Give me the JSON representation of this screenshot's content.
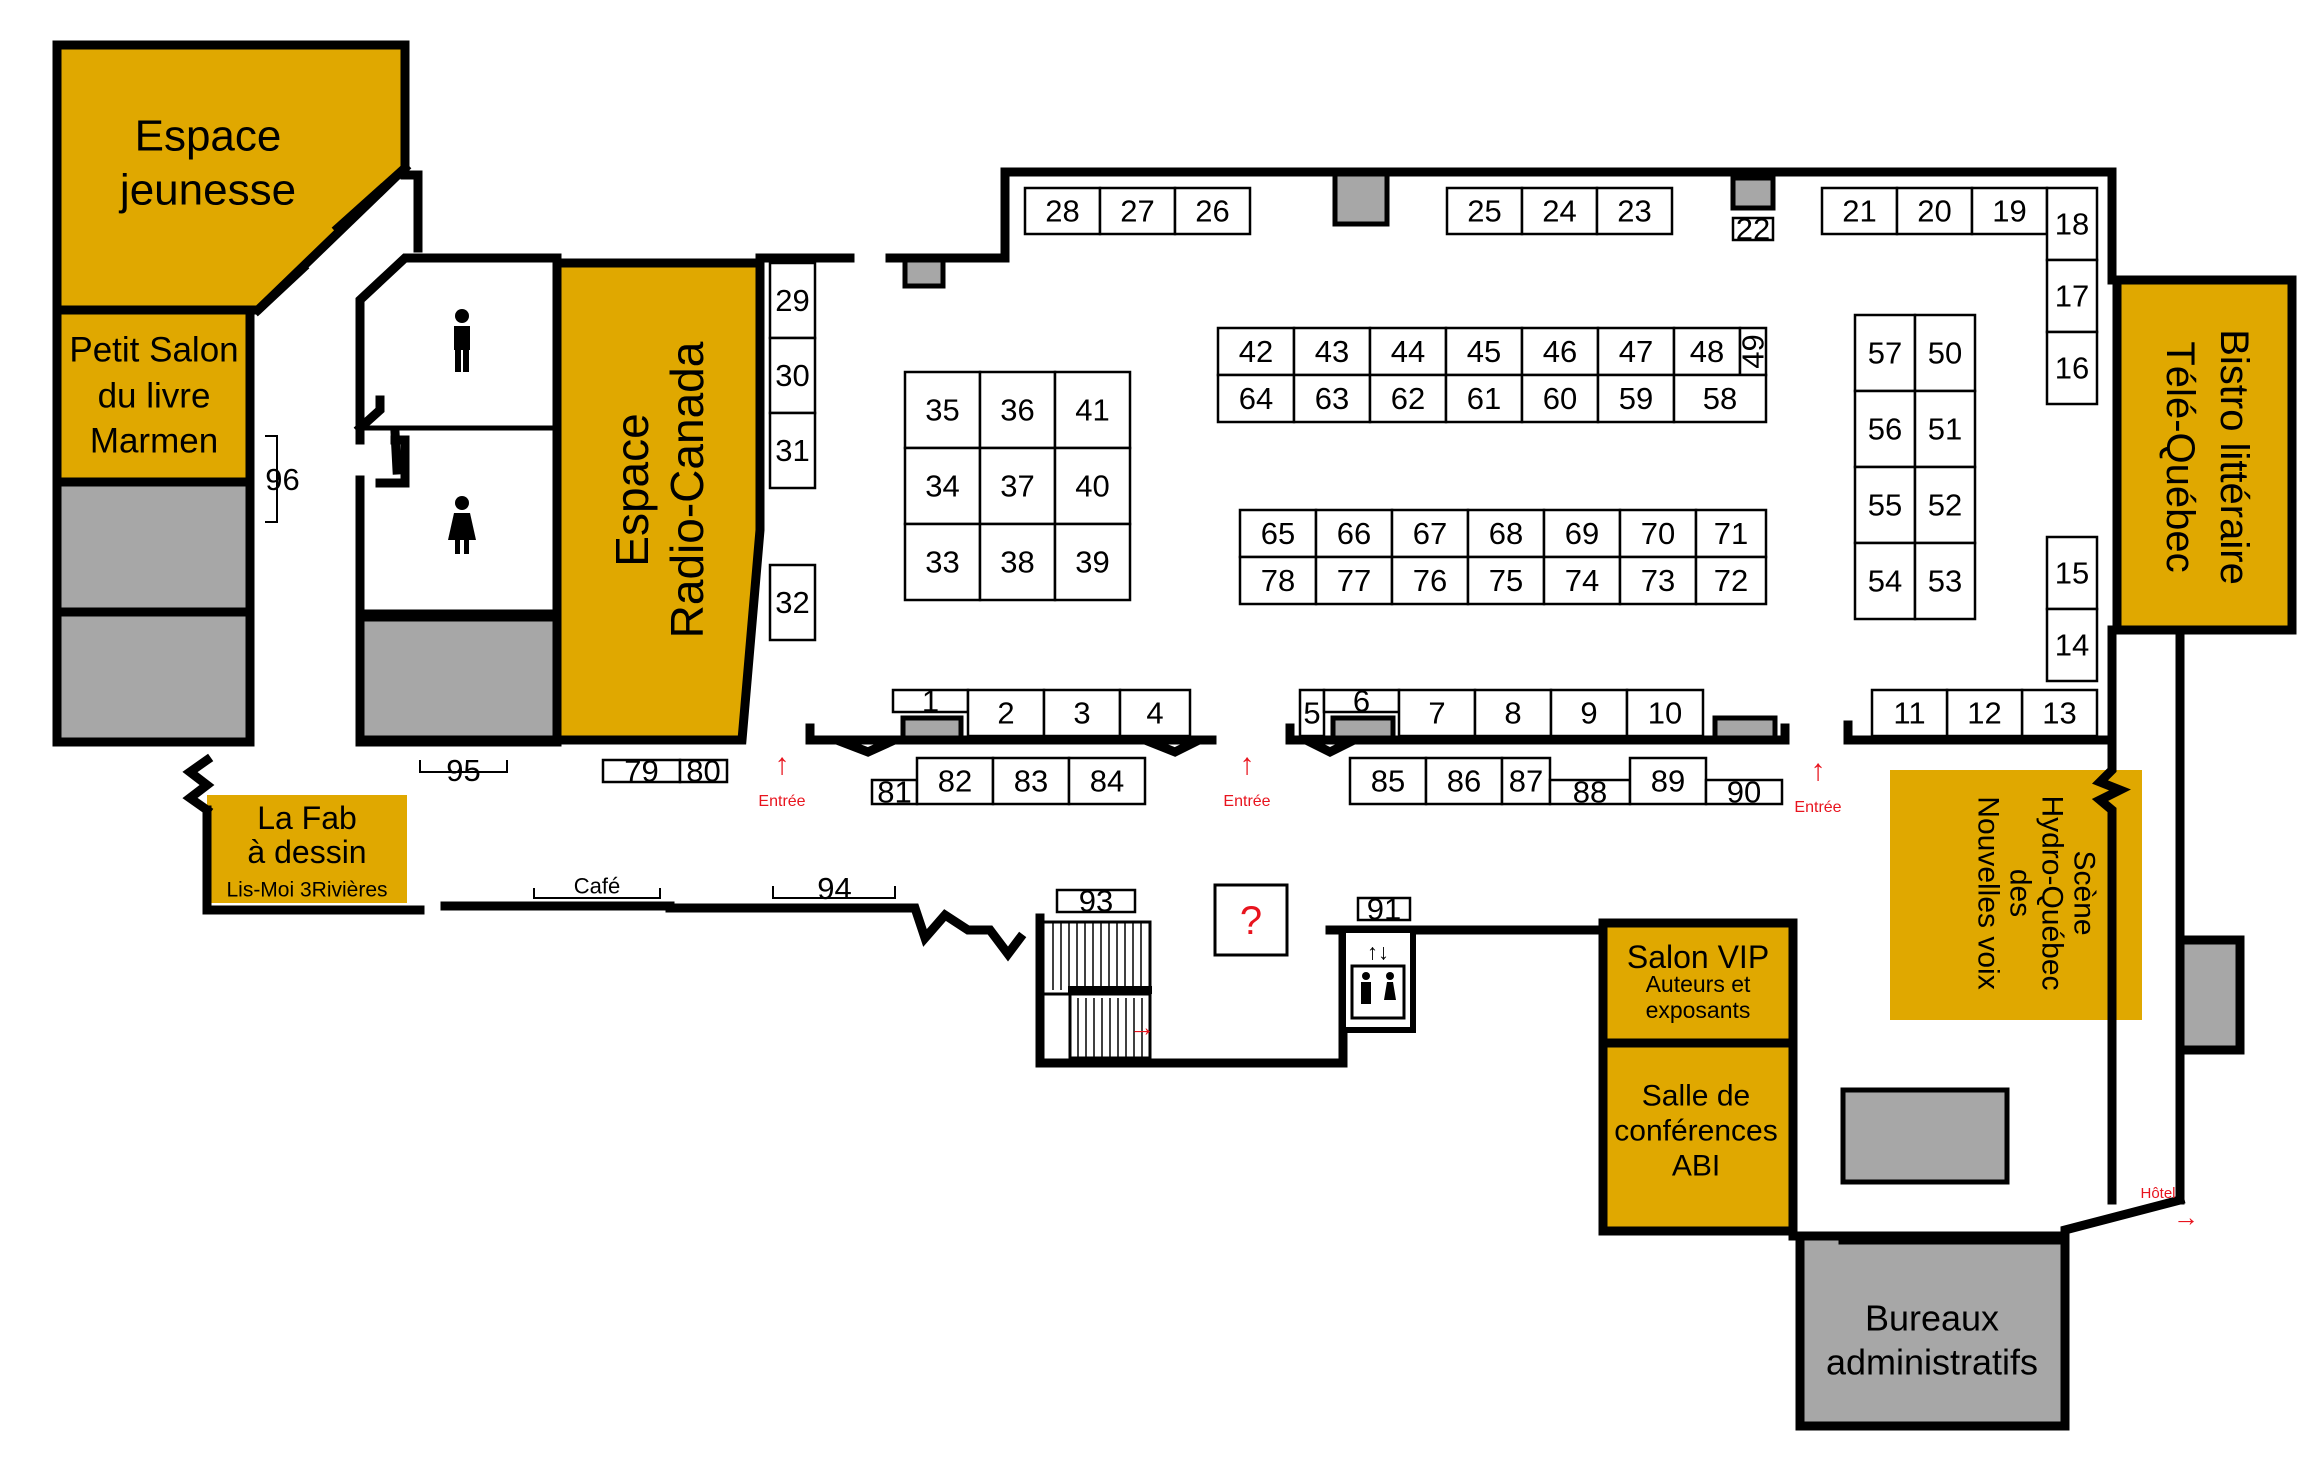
{
  "zones": {
    "espace_jeunesse": [
      "Espace",
      "jeunesse"
    ],
    "petit_salon": [
      "Petit Salon",
      "du livre",
      "Marmen"
    ],
    "radio_canada": [
      "Espace",
      "Radio-Canada"
    ],
    "bistro": [
      "Bistro littéraire",
      "Télé-Québec"
    ],
    "la_fab": [
      "La Fab",
      "à dessin"
    ],
    "lis_moi": "Lis-Moi 3Rivières",
    "scene": [
      "Scène",
      "Hydro-Québec",
      "des",
      "Nouvelles voix"
    ],
    "salon_vip": "Salon VIP",
    "salon_vip_sub": [
      "Auteurs et",
      "exposants"
    ],
    "salle_conferences": [
      "Salle de",
      "conférences",
      "ABI"
    ],
    "bureaux": [
      "Bureaux",
      "administratifs"
    ]
  },
  "labels": {
    "cafe": "Café",
    "entree": "Entrée",
    "hotel": "Hôtel",
    "info": "?"
  },
  "booths": [
    "1",
    "2",
    "3",
    "4",
    "5",
    "6",
    "7",
    "8",
    "9",
    "10",
    "11",
    "12",
    "13",
    "14",
    "15",
    "16",
    "17",
    "18",
    "19",
    "20",
    "21",
    "22",
    "23",
    "24",
    "25",
    "26",
    "27",
    "28",
    "29",
    "30",
    "31",
    "32",
    "33",
    "34",
    "35",
    "36",
    "37",
    "38",
    "39",
    "40",
    "41",
    "42",
    "43",
    "44",
    "45",
    "46",
    "47",
    "48",
    "49",
    "50",
    "51",
    "52",
    "53",
    "54",
    "55",
    "56",
    "57",
    "58",
    "59",
    "60",
    "61",
    "62",
    "63",
    "64",
    "65",
    "66",
    "67",
    "68",
    "69",
    "70",
    "71",
    "72",
    "73",
    "74",
    "75",
    "76",
    "77",
    "78",
    "79",
    "80",
    "81",
    "82",
    "83",
    "84",
    "85",
    "86",
    "87",
    "88",
    "89",
    "90",
    "91",
    "93",
    "94",
    "95",
    "96"
  ],
  "colors": {
    "zone": "#e0a800",
    "service": "#a7a7a7",
    "entrance": "#e8141e"
  },
  "icons": [
    "man-icon",
    "woman-icon",
    "elevator-icon",
    "stairs-icon",
    "arrow-up-icon",
    "arrow-right-icon"
  ]
}
